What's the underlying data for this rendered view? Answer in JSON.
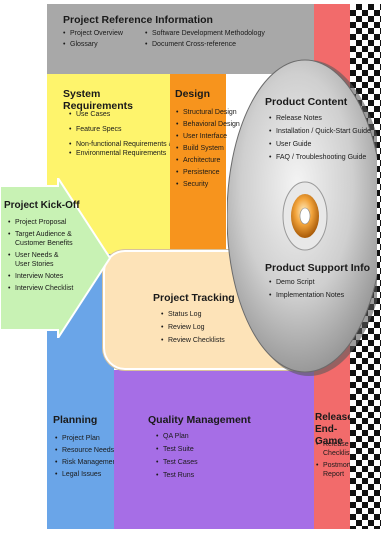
{
  "project_reference": {
    "title": "Project Reference Information",
    "col1": [
      "Project Overview",
      "Glossary"
    ],
    "col2": [
      "Software Development Methodology",
      "Document Cross-reference"
    ]
  },
  "system_requirements": {
    "title": "System Requirements",
    "items": [
      "Use Cases",
      "Feature Specs",
      "Non-functional Requirements &",
      "Environmental Requirements"
    ]
  },
  "design": {
    "title": "Design",
    "items": [
      "Structural Design",
      "Behavioral Design",
      "User Interface",
      "Build System",
      "Architecture",
      "Persistence",
      "Security"
    ]
  },
  "product_content": {
    "title": "Product Content",
    "items": [
      "Release Notes",
      "Installation / Quick-Start Guide",
      "User Guide",
      "FAQ / Troubleshooting Guide"
    ]
  },
  "product_support": {
    "title": "Product Support Info",
    "items": [
      "Demo Script",
      "Implementation Notes"
    ]
  },
  "kickoff": {
    "title": "Project Kick-Off",
    "items": [
      "Project Proposal",
      "Target Audience &",
      "Customer Benefits",
      "User Needs &",
      "User Stories",
      "Interview Notes",
      "Interview Checklist"
    ]
  },
  "tracking": {
    "title": "Project Tracking",
    "items": [
      "Status Log",
      "Review Log",
      "Review Checklists"
    ]
  },
  "planning": {
    "title": "Planning",
    "items": [
      "Project Plan",
      "Resource Needs",
      "Risk Management",
      "Legal Issues"
    ]
  },
  "quality": {
    "title": "Quality Management",
    "items": [
      "QA Plan",
      "Test Suite",
      "Test Cases",
      "Test Runs"
    ]
  },
  "release": {
    "title_line1": "Release",
    "title_line2": "End-Game",
    "items": [
      "Release",
      "Checklist",
      "Postmortem",
      "Report"
    ]
  },
  "colors": {
    "reference": "#a8a8a8",
    "requirements": "#fef46c",
    "design": "#f7941d",
    "kickoff": "#c8f2b4",
    "tracking": "#fde3b8",
    "planning": "#6aa5e8",
    "quality": "#a66ee6",
    "release": "#f26b6b",
    "disc": "#cfcfcf"
  }
}
